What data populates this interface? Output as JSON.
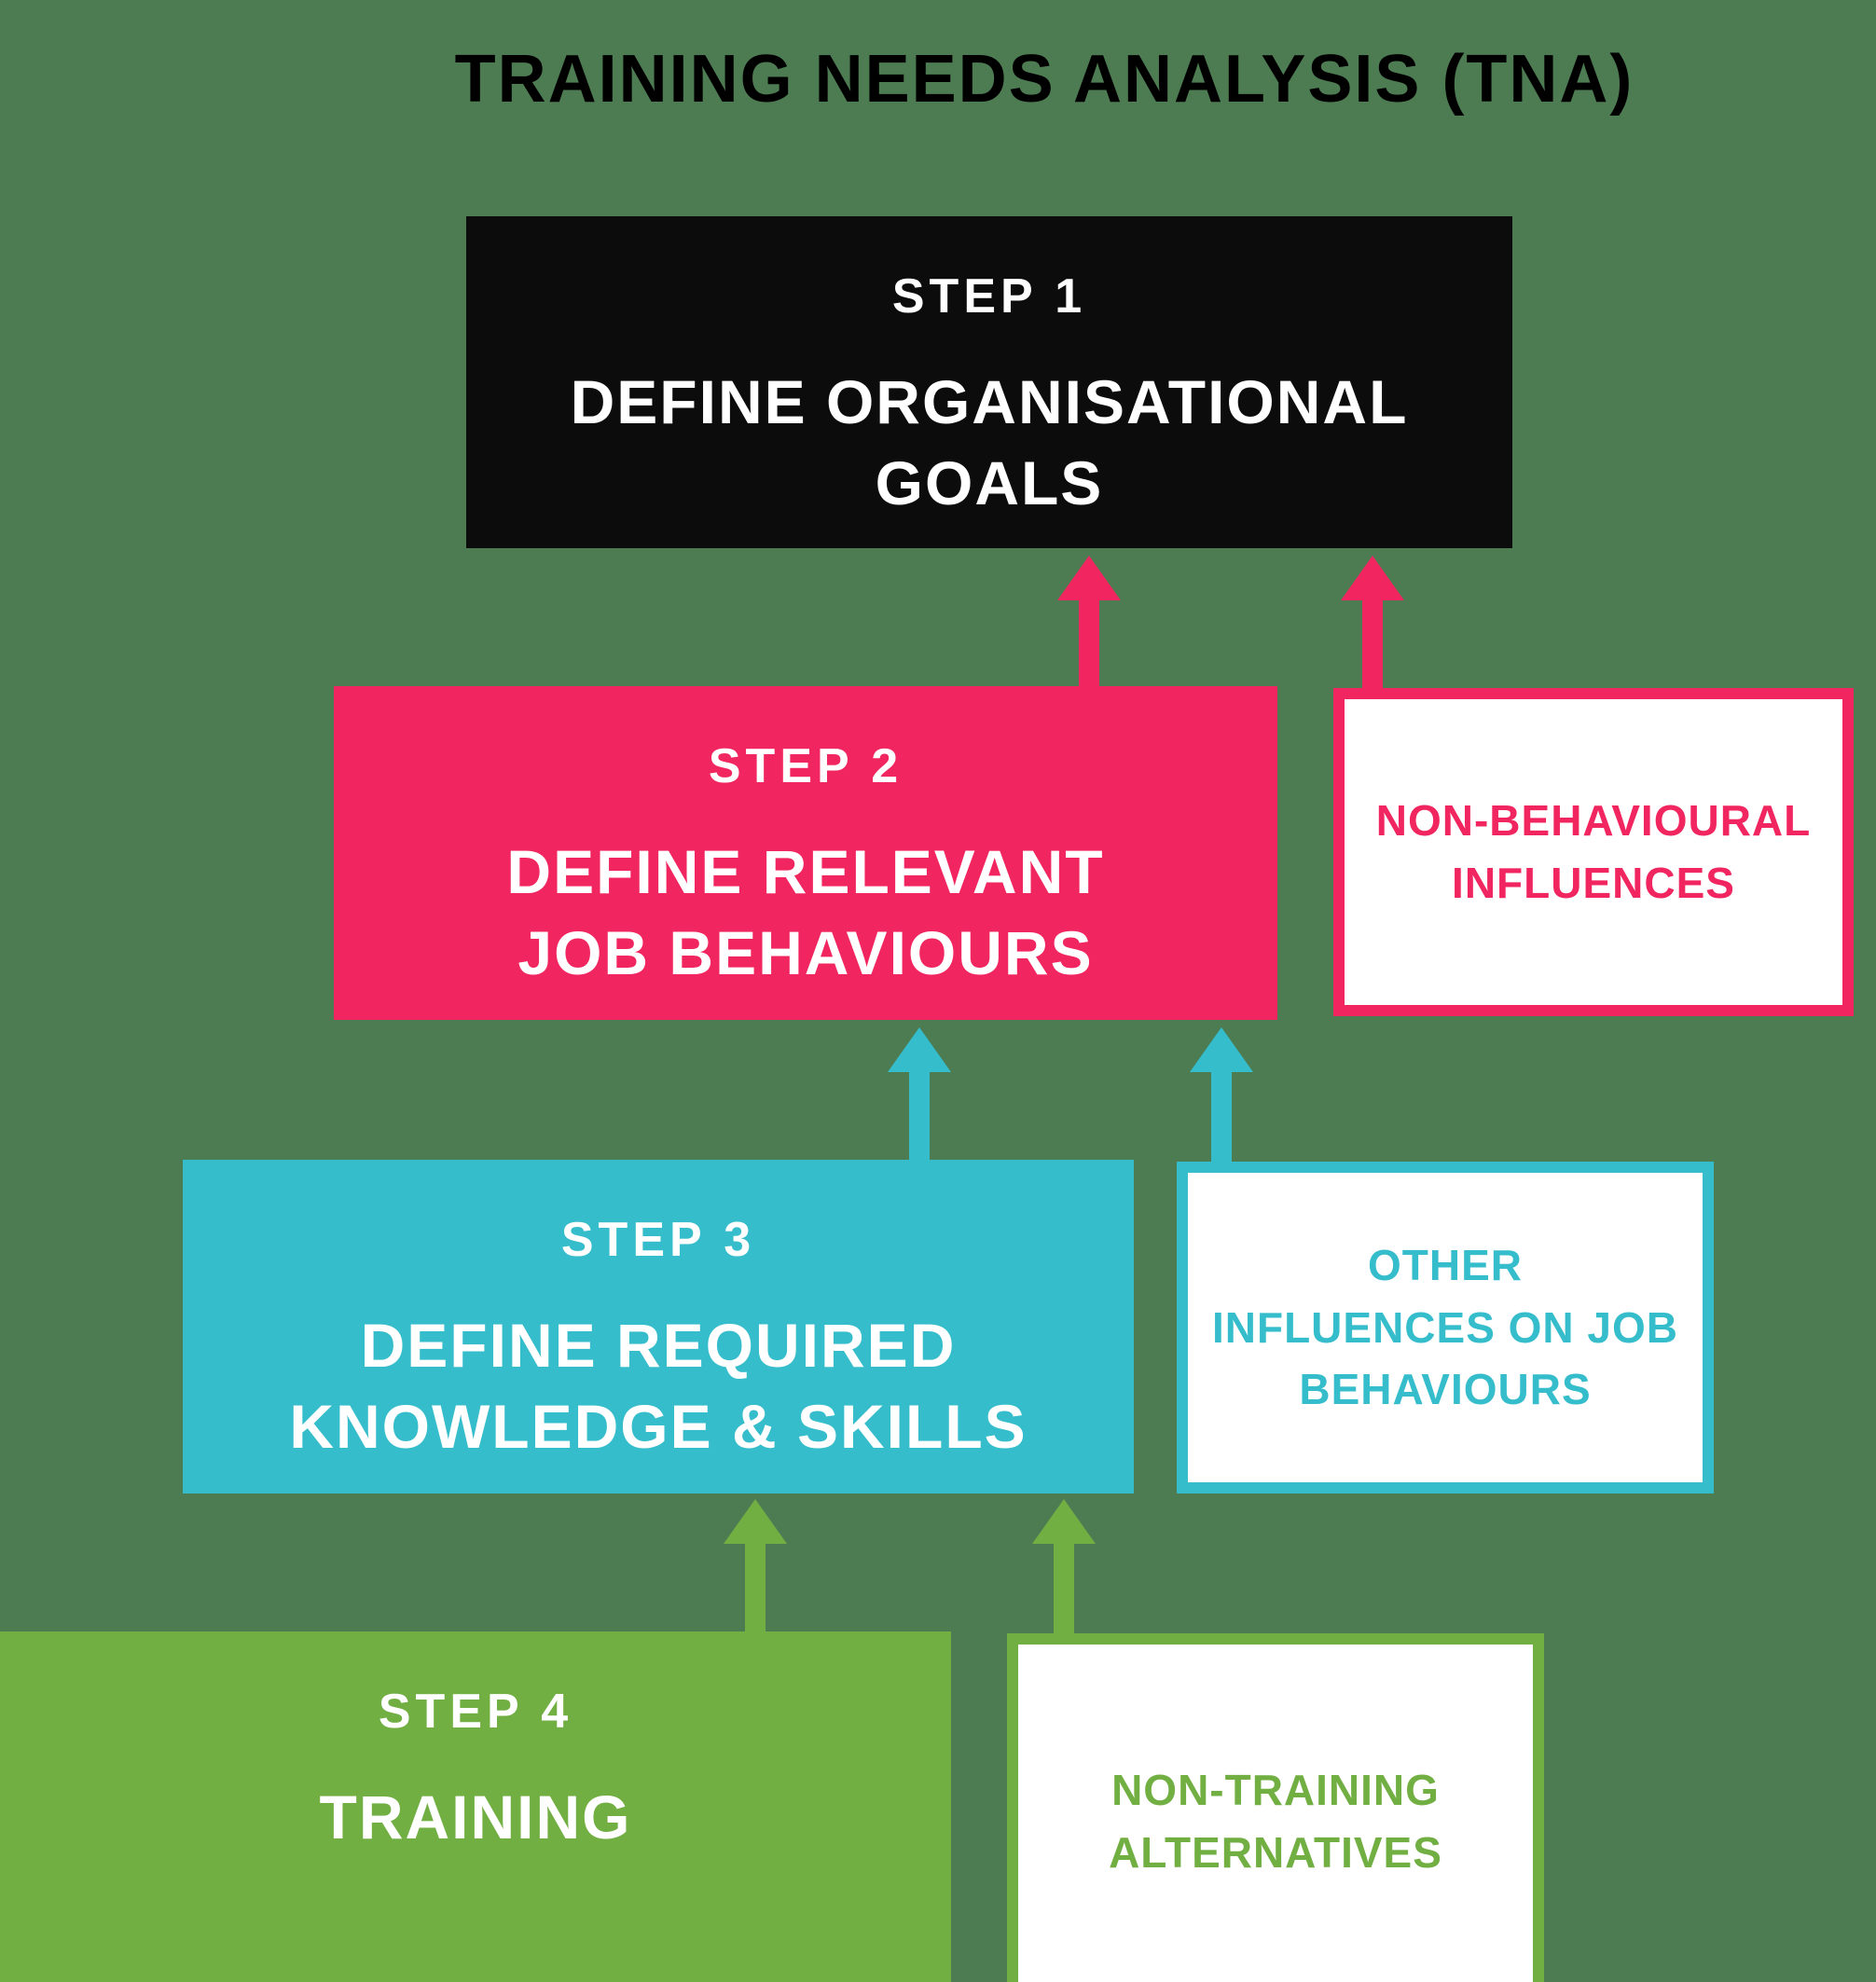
{
  "title": "TRAINING NEEDS ANALYSIS (TNA)",
  "colors": {
    "background": "#4d7b52",
    "black": "#0c0c0c",
    "pink": "#f1255f",
    "teal": "#35bdcb",
    "green": "#71af43",
    "white": "#ffffff"
  },
  "steps": [
    {
      "step_label": "STEP 1",
      "title": "DEFINE ORGANISATIONAL\nGOALS",
      "color": "#0c0c0c"
    },
    {
      "step_label": "STEP 2",
      "title": "DEFINE RELEVANT\nJOB BEHAVIOURS",
      "color": "#f1255f"
    },
    {
      "step_label": "STEP 3",
      "title": "DEFINE REQUIRED\nKNOWLEDGE & SKILLS",
      "color": "#35bdcb"
    },
    {
      "step_label": "STEP 4",
      "title": "TRAINING",
      "color": "#71af43"
    }
  ],
  "side_boxes": [
    {
      "label": "NON-BEHAVIOURAL\nINFLUENCES",
      "color": "#f1255f"
    },
    {
      "label": "OTHER\nINFLUENCES ON JOB\nBEHAVIOURS",
      "color": "#35bdcb"
    },
    {
      "label": "NON-TRAINING\nALTERNATIVES",
      "color": "#71af43"
    }
  ]
}
